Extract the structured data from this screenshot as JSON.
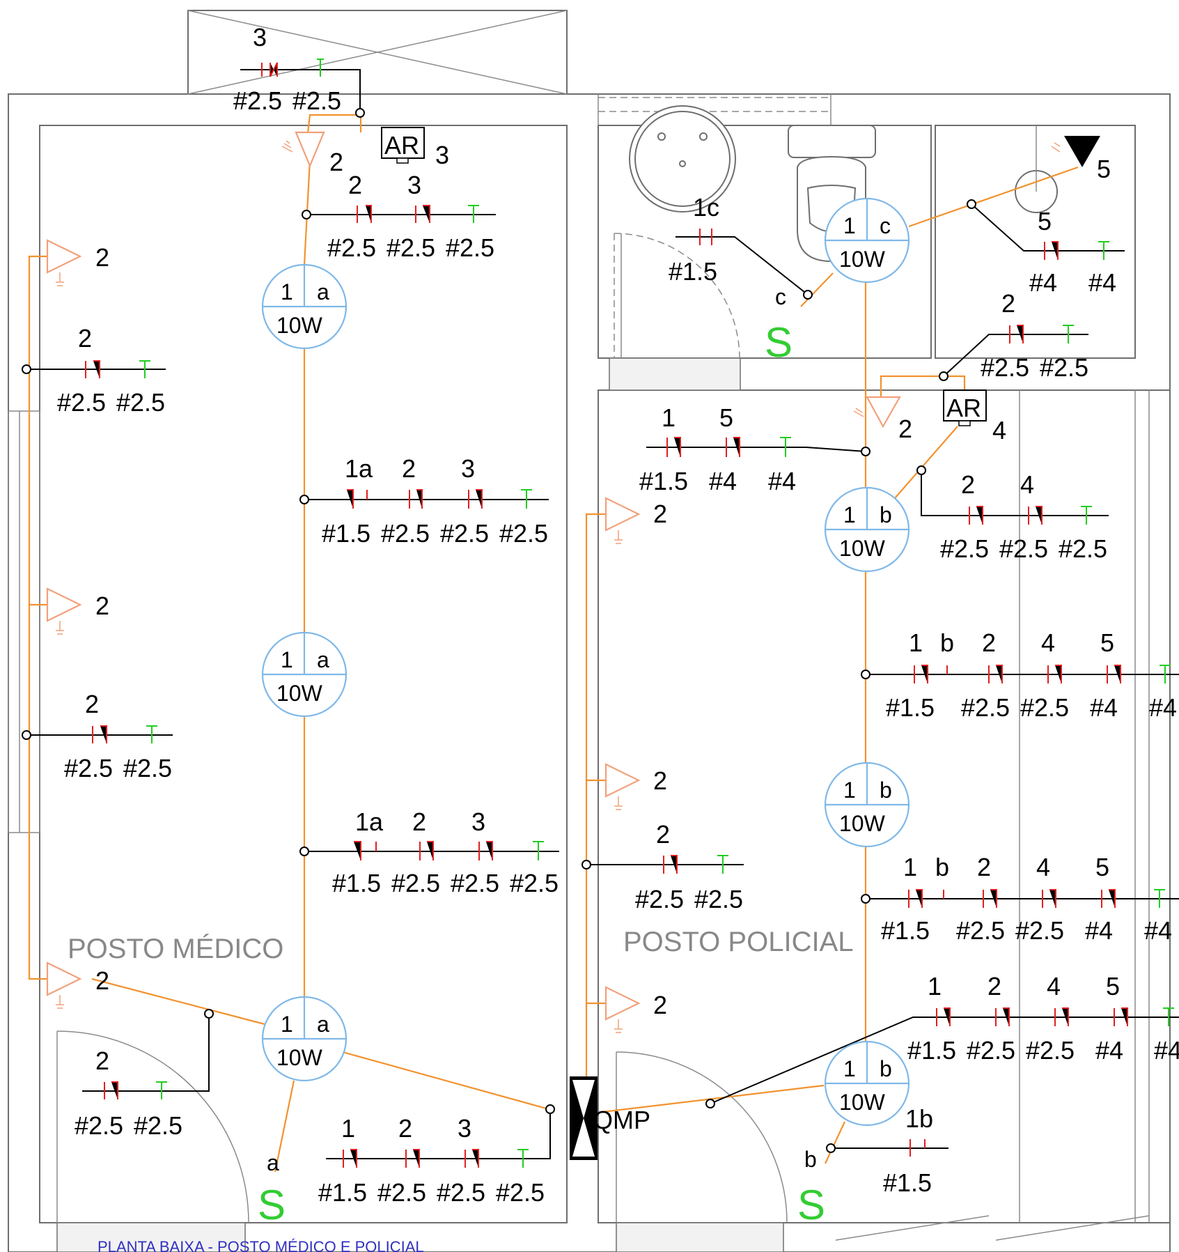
{
  "rooms": {
    "left": "POSTO MÉDICO",
    "right": "POSTO POLICIAL"
  },
  "panel_label": "QMP",
  "ac_label": "AR",
  "luminaires": [
    {
      "circuit": "1",
      "switch": "a",
      "power": "10W"
    },
    {
      "circuit": "1",
      "switch": "a",
      "power": "10W"
    },
    {
      "circuit": "1",
      "switch": "a",
      "power": "10W"
    },
    {
      "circuit": "1",
      "switch": "c",
      "power": "10W"
    },
    {
      "circuit": "1",
      "switch": "b",
      "power": "10W"
    },
    {
      "circuit": "1",
      "switch": "b",
      "power": "10W"
    },
    {
      "circuit": "1",
      "switch": "b",
      "power": "10W"
    }
  ],
  "switches": {
    "symbol": "S",
    "labels": [
      "a",
      "c",
      "b"
    ]
  },
  "runs": {
    "top_ac": {
      "circuits": [
        "3"
      ],
      "gauges": [
        "#2.5",
        "#2.5"
      ]
    },
    "left_upper": {
      "circuits": [
        "2",
        "3"
      ],
      "gauges": [
        "#2.5",
        "#2.5",
        "#2.5"
      ]
    },
    "left_mid1": {
      "circuits": [
        "1a",
        "2",
        "3"
      ],
      "gauges": [
        "#1.5",
        "#2.5",
        "#2.5",
        "#2.5"
      ]
    },
    "left_mid2": {
      "circuits": [
        "1a",
        "2",
        "3"
      ],
      "gauges": [
        "#1.5",
        "#2.5",
        "#2.5",
        "#2.5"
      ]
    },
    "left_bottom": {
      "circuits": [
        "1",
        "2",
        "3"
      ],
      "gauges": [
        "#1.5",
        "#2.5",
        "#2.5",
        "#2.5"
      ]
    },
    "wall_a": {
      "circuits": [
        "2"
      ],
      "gauges": [
        "#2.5",
        "#2.5"
      ]
    },
    "wall_b": {
      "circuits": [
        "2"
      ],
      "gauges": [
        "#2.5",
        "#2.5"
      ]
    },
    "wall_c": {
      "circuits": [
        "2"
      ],
      "gauges": [
        "#2.5",
        "#2.5"
      ]
    },
    "wc_switch": {
      "circuits": [
        "1c"
      ],
      "gauges": [
        "#1.5"
      ]
    },
    "shower": {
      "circuits": [
        "5"
      ],
      "gauges": [
        "#4",
        "#4"
      ]
    },
    "right_ac": {
      "circuits": [
        "2"
      ],
      "gauges": [
        "#2.5",
        "#2.5"
      ]
    },
    "right_top": {
      "circuits": [
        "1",
        "5"
      ],
      "gauges": [
        "#1.5",
        "#4",
        "#4"
      ]
    },
    "right_outlets": {
      "circuits": [
        "2",
        "4"
      ],
      "gauges": [
        "#2.5",
        "#2.5",
        "#2.5"
      ]
    },
    "right_mid1": {
      "circuits": [
        "1",
        "b",
        "2",
        "4",
        "5"
      ],
      "gauges": [
        "#1.5",
        "#2.5",
        "#2.5",
        "#4",
        "#4"
      ]
    },
    "right_mid2": {
      "circuits": [
        "1",
        "b",
        "2",
        "4",
        "5"
      ],
      "gauges": [
        "#1.5",
        "#2.5",
        "#2.5",
        "#4",
        "#4"
      ]
    },
    "right_low": {
      "circuits": [
        "1",
        "2",
        "4",
        "5"
      ],
      "gauges": [
        "#1.5",
        "#2.5",
        "#2.5",
        "#4",
        "#4"
      ]
    },
    "right_wall": {
      "circuits": [
        "2"
      ],
      "gauges": [
        "#2.5",
        "#2.5"
      ]
    },
    "right_switch": {
      "circuits": [
        "1b"
      ],
      "gauges": [
        "#1.5"
      ]
    }
  },
  "outlet_circuits": {
    "two": "2",
    "three": "3",
    "four": "4",
    "five": "5"
  },
  "footer_text": "PLANTA BAIXA - POSTO MÉDICO E POLICIAL"
}
